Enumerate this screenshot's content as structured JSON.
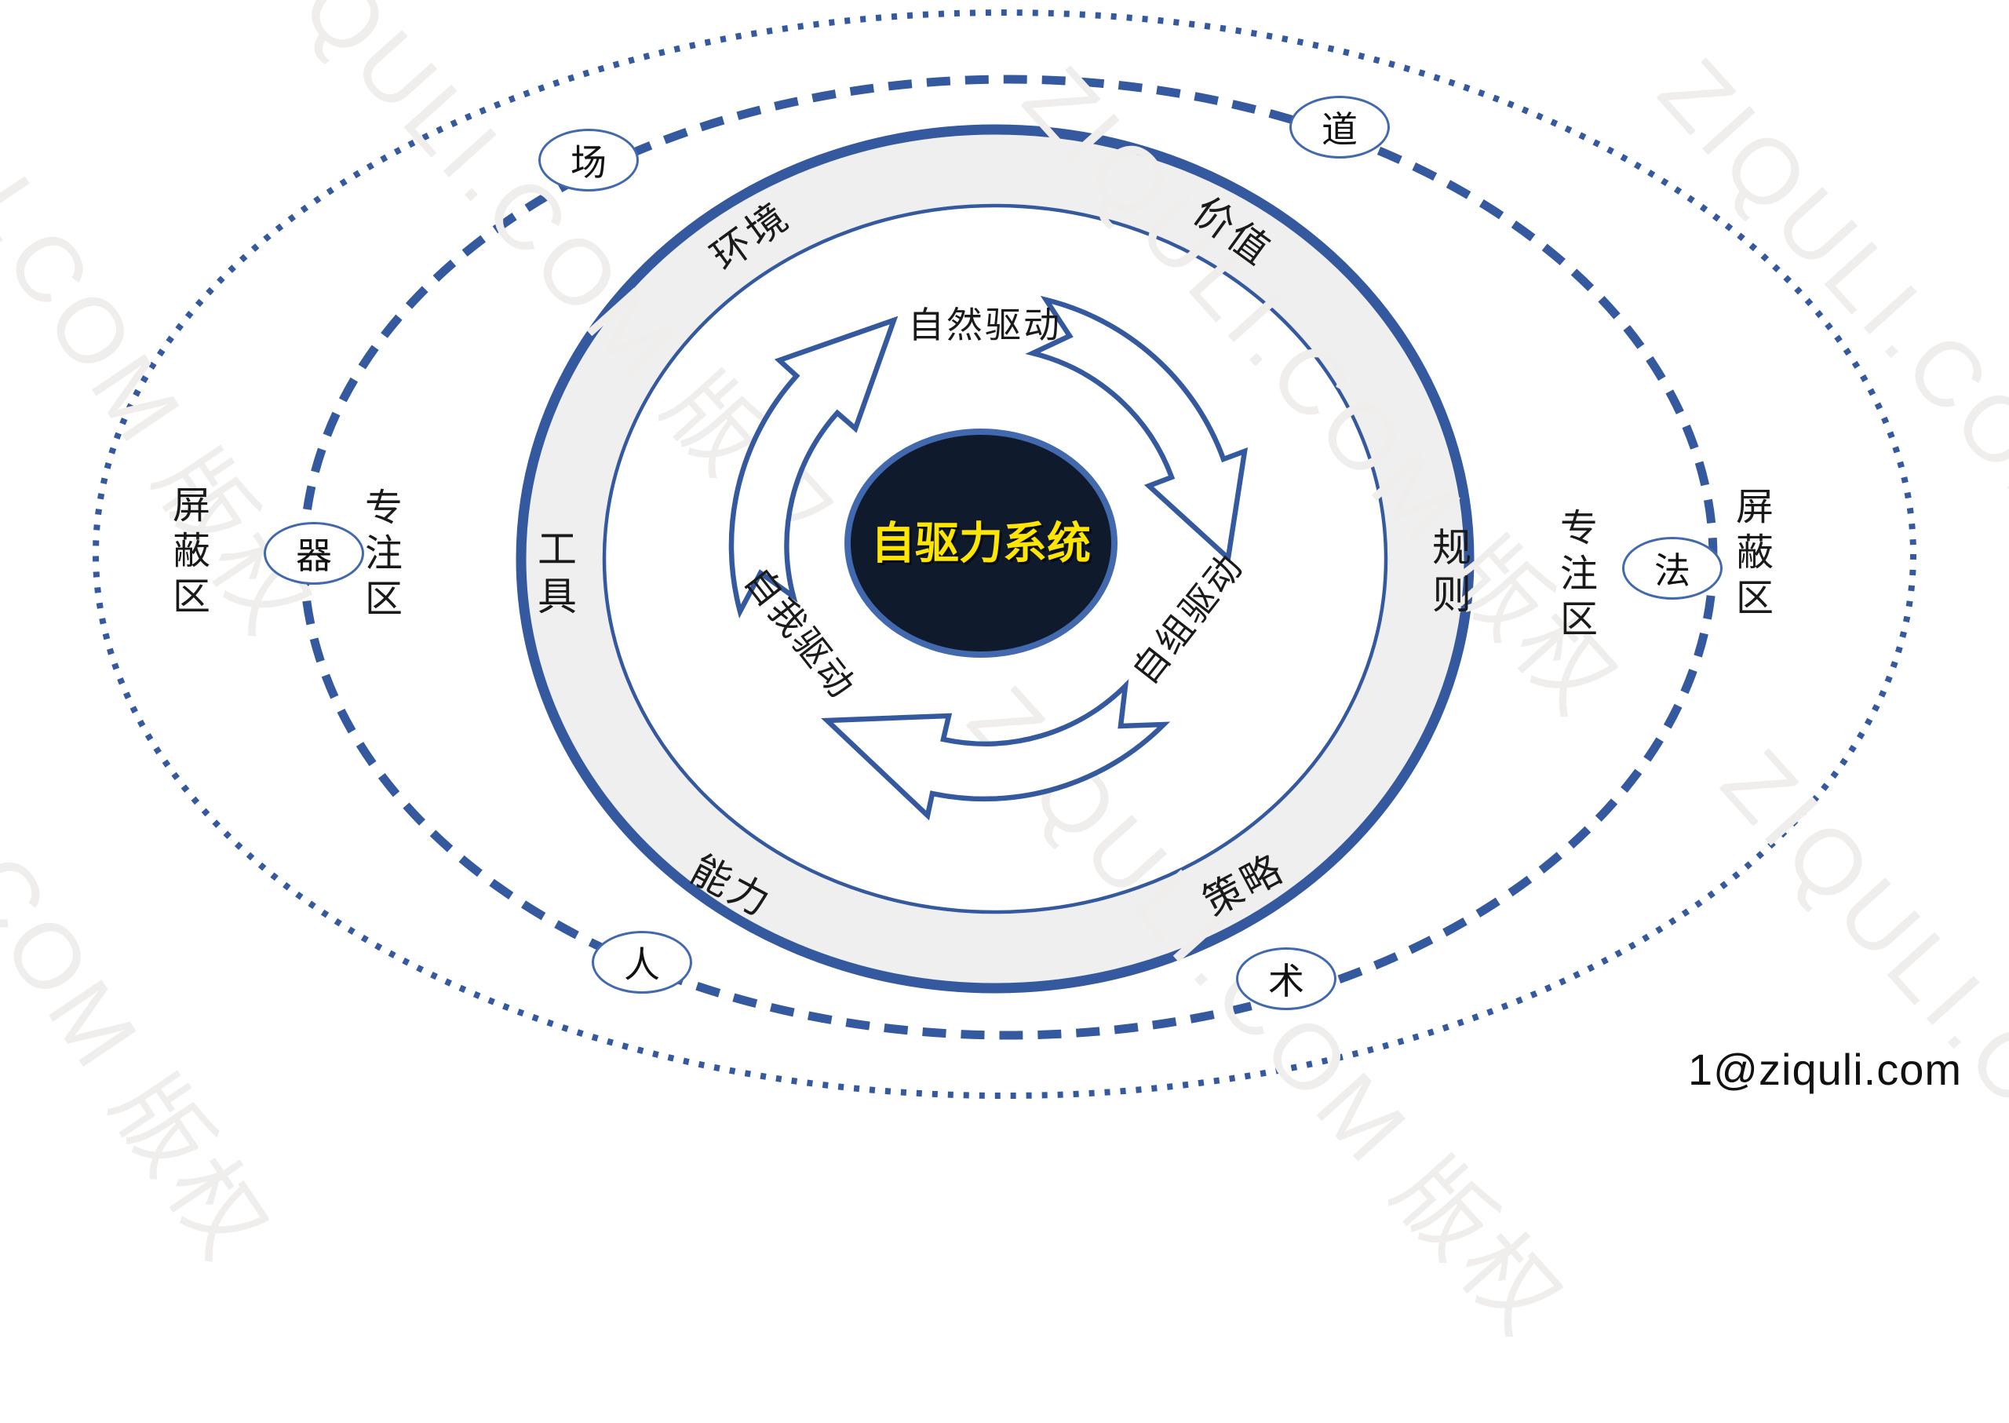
{
  "diagram": {
    "center": {
      "label": "自驱力系统"
    },
    "cycle": {
      "top": "自然驱动",
      "right": "自组驱动",
      "left": "自我驱动"
    },
    "ring": {
      "top_left": "环境",
      "top_right": "价值",
      "left": "工具",
      "right": "规则",
      "bottom_left": "能力",
      "bottom_right": "策略"
    },
    "orbit_nodes": {
      "top_left": "场",
      "top_right": "道",
      "left": "器",
      "right": "法",
      "bottom_left": "人",
      "bottom_right": "术"
    },
    "zones": {
      "focus_left": "专注区",
      "focus_right": "专注区",
      "shield_left": "屏蔽区",
      "shield_right": "屏蔽区"
    }
  },
  "watermark": {
    "text": "ZIQULI.COM 版权"
  },
  "footer": {
    "email": "1@ziquli.com"
  },
  "colors": {
    "line_blue": "#35599f",
    "node_border_blue": "#4268ae",
    "band_gray": "#f0efef",
    "core_fill": "#0f1b2c",
    "core_text_yellow": "#ffe600",
    "watermark_gray": "#efeeec"
  }
}
